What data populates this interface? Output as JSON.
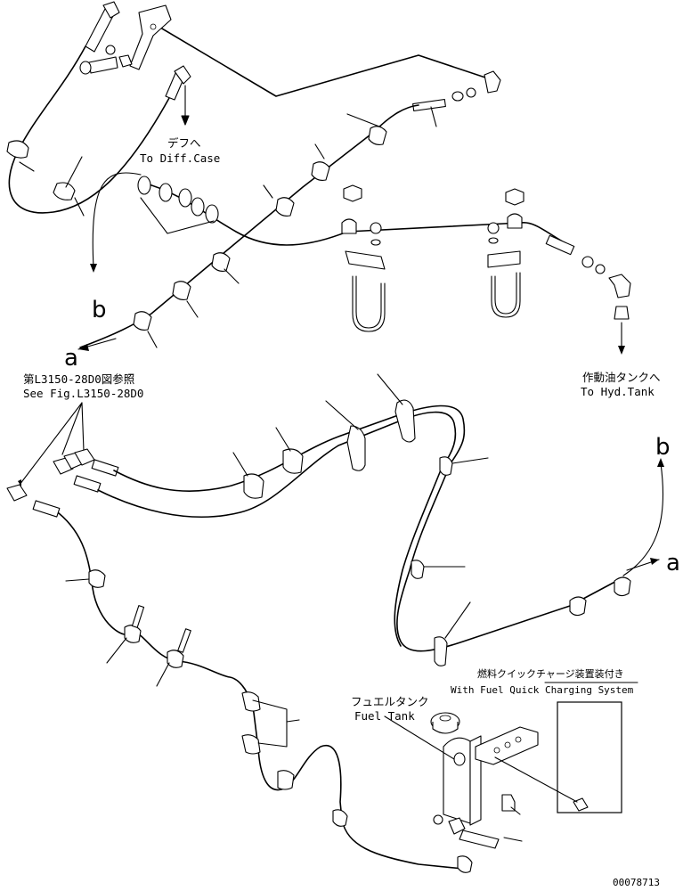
{
  "labels": {
    "to_diff_jp": "デフへ",
    "to_diff_en": "To Diff.Case",
    "to_hyd_jp": "作動油タンクへ",
    "to_hyd_en": "To Hyd.Tank",
    "see_fig_jp": "第L3150-28D0図参照",
    "see_fig_en": "See Fig.L3150-28D0",
    "fuel_quick_jp": "燃料クイックチャージ装置装付き",
    "fuel_quick_en": "With Fuel Quick Charging System",
    "fuel_tank_jp": "フュエルタンク",
    "fuel_tank_en": "Fuel Tank",
    "point_a": "a",
    "point_b": "b",
    "drawing_number": "00078713"
  },
  "colors": {
    "ink": "#000000",
    "paper": "#ffffff"
  }
}
